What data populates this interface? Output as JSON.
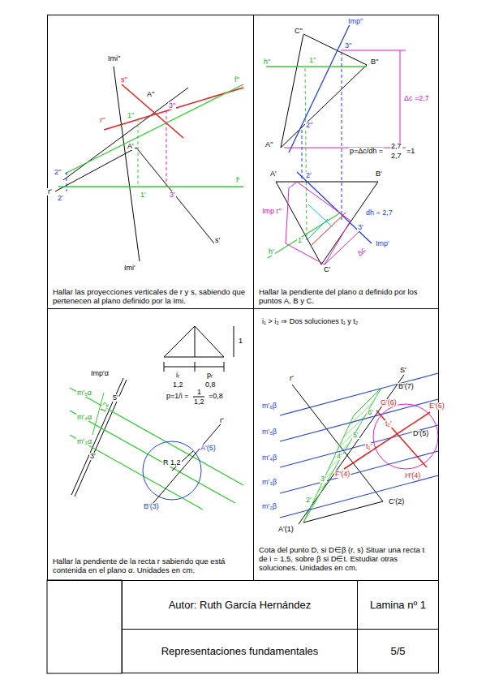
{
  "diagram": {
    "nodes": [
      {
        "text": [
          "Hallar las proyecciones verticales de r y s, sabiendo que pertenecen al plano definido por la Imi."
        ]
      },
      {
        "text": [
          "Hallar la pendiente del plano α definido por los puntos A, B y C."
        ]
      },
      {
        "text": [
          "Hallar la pendiente de la recta r sabiendo que está contenida en el plano α. Unidades en cm."
        ]
      },
      {
        "text": [
          "Cota del punto D, si D∈β (r, s) Situar una recta t de i = 1,5, sobre β si D∈t. Estudiar otras soluciones. Unidades en cm."
        ]
      },
      {
        "text": [
          "Autor: Ruth García Hernández"
        ]
      },
      {
        "text": [
          "Lamina nº 1"
        ]
      },
      {
        "text": [
          "Representaciones fundamentales"
        ]
      },
      {
        "text": [
          "5/5"
        ]
      }
    ],
    "labels": [
      "Imi''",
      "s''",
      "f''",
      "A''",
      "3''",
      "r''",
      "1''",
      "A'",
      "2''",
      "r'",
      "2'",
      "1'",
      "3'",
      "f'",
      "s'",
      "Imi'",
      "Imp''",
      "C''",
      "3''",
      "h''",
      "1''",
      "B''",
      "Δc =2,7",
      "2''",
      "A''",
      "p=Δc/dh =",
      "2,7",
      "2,7",
      "=1",
      "A'",
      "2'",
      "B'",
      "dh = 2,7",
      "3'",
      "Imp r''",
      "Imp'",
      "h'",
      "1'",
      "C'",
      "Δc",
      "1",
      "iᵣ",
      "pᵣ",
      "1,2",
      "0,8",
      "p=1/i =",
      "1",
      "1,2",
      "=0,8",
      "Imp'α",
      "m'₅α",
      "5'",
      "m'₄α",
      "1,2",
      "m'₃α",
      "3'",
      "r'",
      "A'(5)",
      "R 1,2",
      "B'(3)",
      "i₁ > i₂ ⇒ Dos soluciones t₁ y t₂",
      "S'",
      "B'(7)",
      "r'",
      "m'₆β",
      "G'(6)",
      "E'(6)",
      "6'",
      "t₂'",
      "m'₅β",
      "D'(5)",
      "5'",
      "t₁'",
      "m'₄β",
      "4'",
      "F'(4)",
      "H'(4)",
      "m'₃β",
      "3'",
      "m'₂β",
      "2'",
      "C'(2)",
      "A'(1)"
    ]
  }
}
